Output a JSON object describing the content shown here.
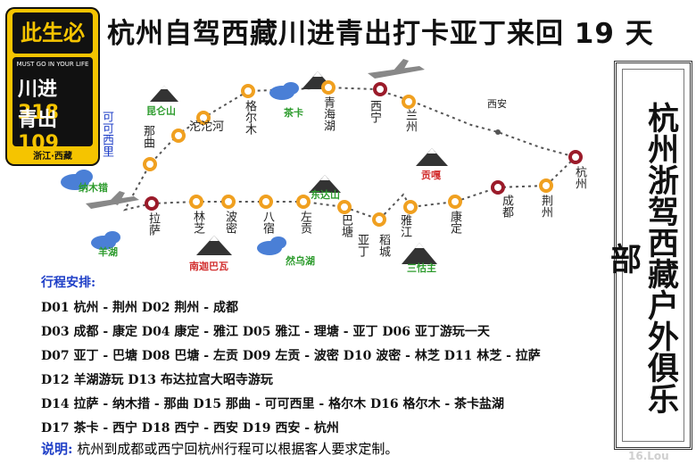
{
  "title": "杭州自驾西藏川进青出打卡亚丁来回 19 天",
  "logo": {
    "top": "此生必驾",
    "tagline": "MUST GO IN YOUR LIFE",
    "row1_a": "川进",
    "row1_b": "318",
    "row2_a": "青出",
    "row2_b": "109",
    "foot": "浙江·西藏"
  },
  "side_panel": "杭州浙驾西藏户外俱乐部",
  "map": {
    "cities": [
      "那曲",
      "可可西里",
      "沱沱河",
      "格尔木",
      "青海湖",
      "西宁",
      "兰州",
      "西安",
      "杭州",
      "拉萨",
      "林芝",
      "波密",
      "八宿",
      "左贡",
      "巴塘",
      "亚丁",
      "稻城",
      "雅江",
      "康定",
      "成都",
      "荆州"
    ],
    "landmarks": [
      "昆仑山",
      "茶卡",
      "纳木错",
      "东达山",
      "贡嘎",
      "羊湖",
      "南迦巴瓦",
      "然乌湖",
      "三怙主"
    ]
  },
  "itinerary": {
    "heading": "行程安排:",
    "lines": [
      "D01 杭州 - 荆州  D02 荆州 - 成都",
      "D03 成都 - 康定  D04 康定 - 雅江  D05 雅江 - 理塘 - 亚丁  D06 亚丁游玩一天",
      "D07 亚丁 - 巴塘  D08 巴塘 - 左贡  D09 左贡 - 波密  D10 波密 - 林芝  D11 林芝 - 拉萨",
      "D12  羊湖游玩  D13 布达拉宫大昭寺游玩",
      "D14  拉萨 - 纳木措 - 那曲  D15 那曲 - 可可西里 - 格尔木  D16 格尔木 - 茶卡盐湖",
      "D17  茶卡 - 西宁  D18 西宁 - 西安  D19 西安 - 杭州"
    ]
  },
  "note": {
    "label": "说明:",
    "text": "杭州到成都或西宁回杭州行程可以根据客人要求定制。"
  },
  "watermark": "16.Lou",
  "colors": {
    "route_ring": "#f0a020",
    "major_ring": "#9b1b2a",
    "landmark_text": "#2e9c2e",
    "landmark_red": "#d23030",
    "heading_blue": "#1f3fc7"
  }
}
